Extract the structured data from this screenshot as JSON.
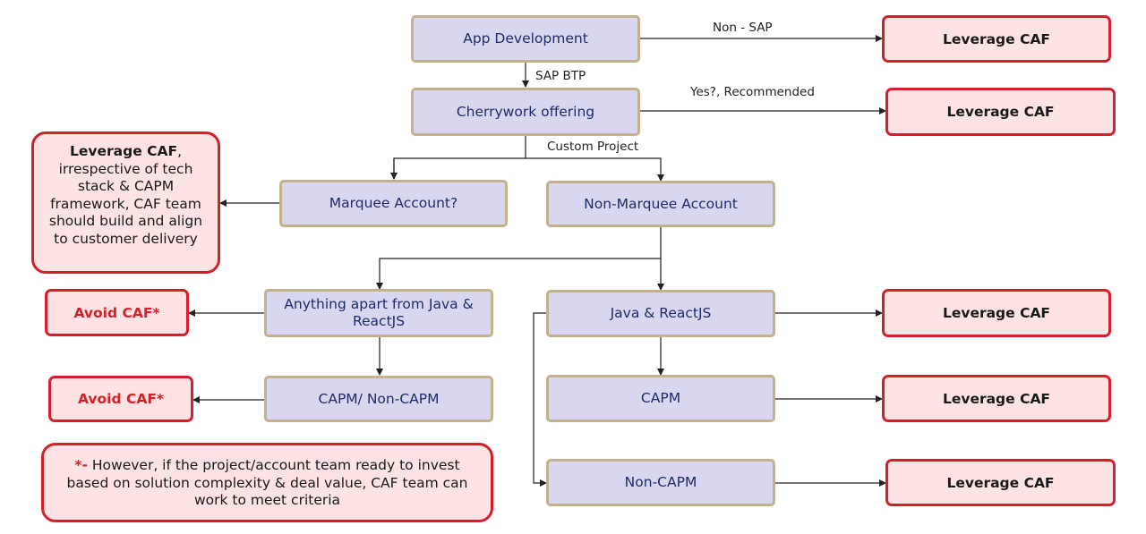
{
  "nodes": {
    "app_dev": "App Development",
    "cherrywork": "Cherrywork offering",
    "marquee": "Marquee Account?",
    "non_marquee": "Non-Marquee Account",
    "anything_apart": "Anything apart from Java & ReactJS",
    "java_react": "Java & ReactJS",
    "capm_noncapm": "CAPM/ Non-CAPM",
    "capm": "CAPM",
    "non_capm": "Non-CAPM"
  },
  "outcomes": {
    "leverage_caf": "Leverage CAF",
    "avoid_caf": "Avoid CAF*"
  },
  "marquee_note": {
    "bold": "Leverage CAF",
    "rest": ", irrespective of tech stack & CAPM framework, CAF team should build and align to customer delivery"
  },
  "footnote": {
    "marker": "*-",
    "text": " However, if the project/account team ready to invest based on solution complexity & deal value, CAF team can work to meet criteria"
  },
  "edge_labels": {
    "non_sap": "Non - SAP",
    "sap_btp": "SAP BTP",
    "yes_recommended": "Yes?, Recommended",
    "custom_project": "Custom Project"
  }
}
